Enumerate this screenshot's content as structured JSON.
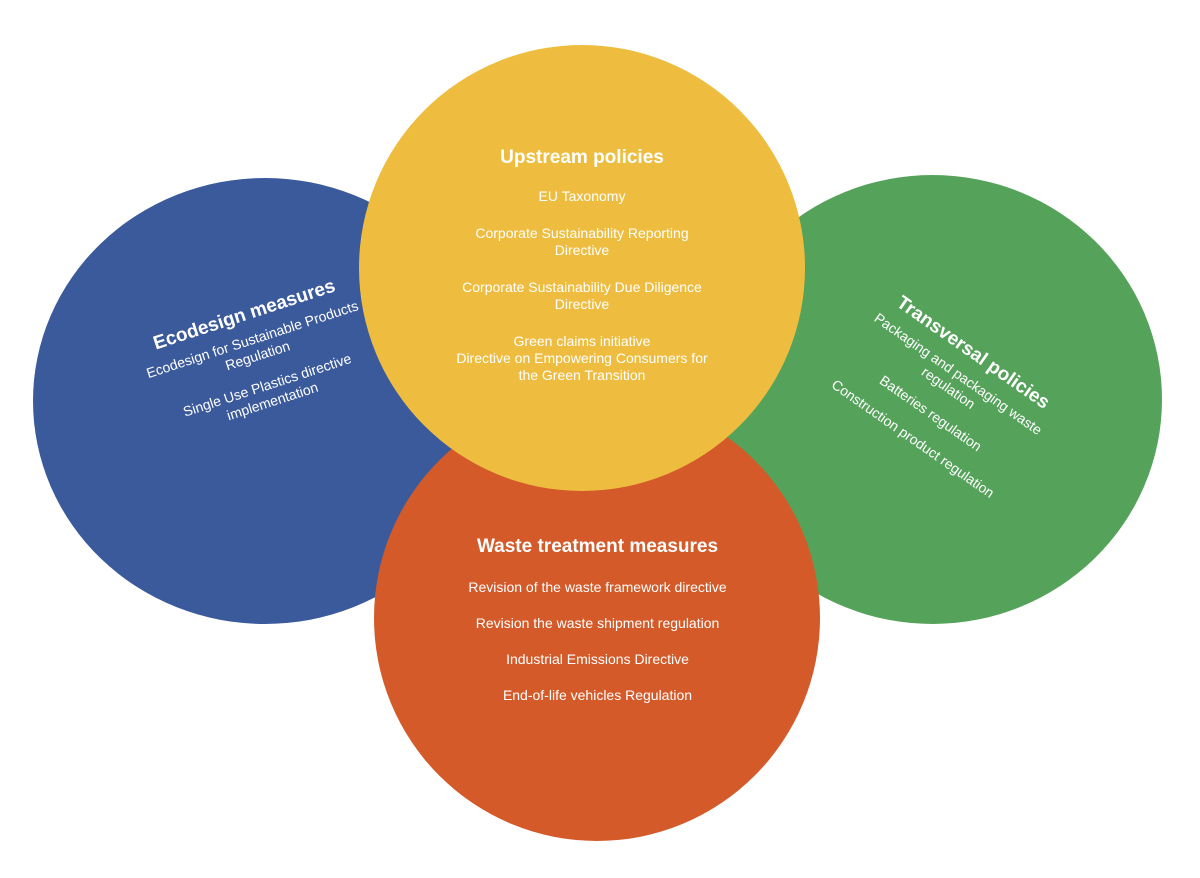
{
  "colors": {
    "ecodesign": "#3B5A9C",
    "transversal": "#55A35A",
    "waste": "#D45A29",
    "upstream": "#EEBD40",
    "text": "#FFFFFF"
  },
  "upstream": {
    "title": "Upstream policies",
    "items": [
      "EU Taxonomy",
      "Corporate Sustainability Reporting\nDirective",
      "Corporate Sustainability Due Diligence\nDirective",
      "Green claims initiative\nDirective on Empowering Consumers for\nthe Green Transition"
    ]
  },
  "ecodesign": {
    "title": "Ecodesign measures",
    "items": [
      "Ecodesign for Sustainable Products\nRegulation",
      "Single Use Plastics directive\nimplementation"
    ]
  },
  "transversal": {
    "title": "Transversal policies",
    "items": [
      "Packaging and packaging waste\nregulation",
      "Batteries regulation",
      "Construction product regulation"
    ]
  },
  "waste": {
    "title": "Waste treatment measures",
    "items": [
      "Revision of the waste framework directive",
      "Revision the waste shipment regulation",
      "Industrial Emissions Directive",
      "End-of-life vehicles Regulation"
    ]
  }
}
